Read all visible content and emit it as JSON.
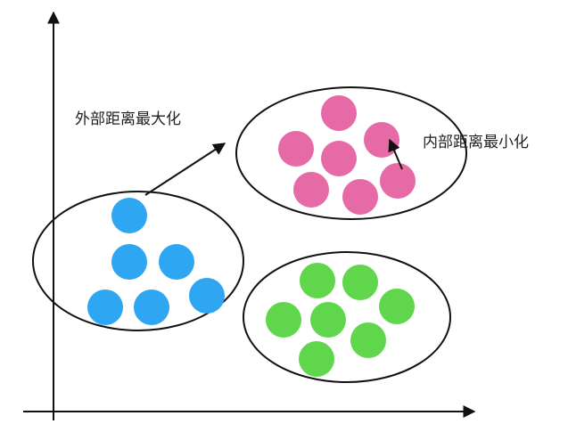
{
  "labels": {
    "outer": "外部距离最大化",
    "inner": "内部距离最小化"
  },
  "colors": {
    "blue": "#2ea6f2",
    "pink": "#e66aa5",
    "green": "#5fd64b",
    "line": "#111111"
  },
  "clusters": [
    {
      "name": "blue-cluster",
      "color": "blue",
      "point_count": 6
    },
    {
      "name": "pink-cluster",
      "color": "pink",
      "point_count": 7
    },
    {
      "name": "green-cluster",
      "color": "green",
      "point_count": 7
    }
  ]
}
